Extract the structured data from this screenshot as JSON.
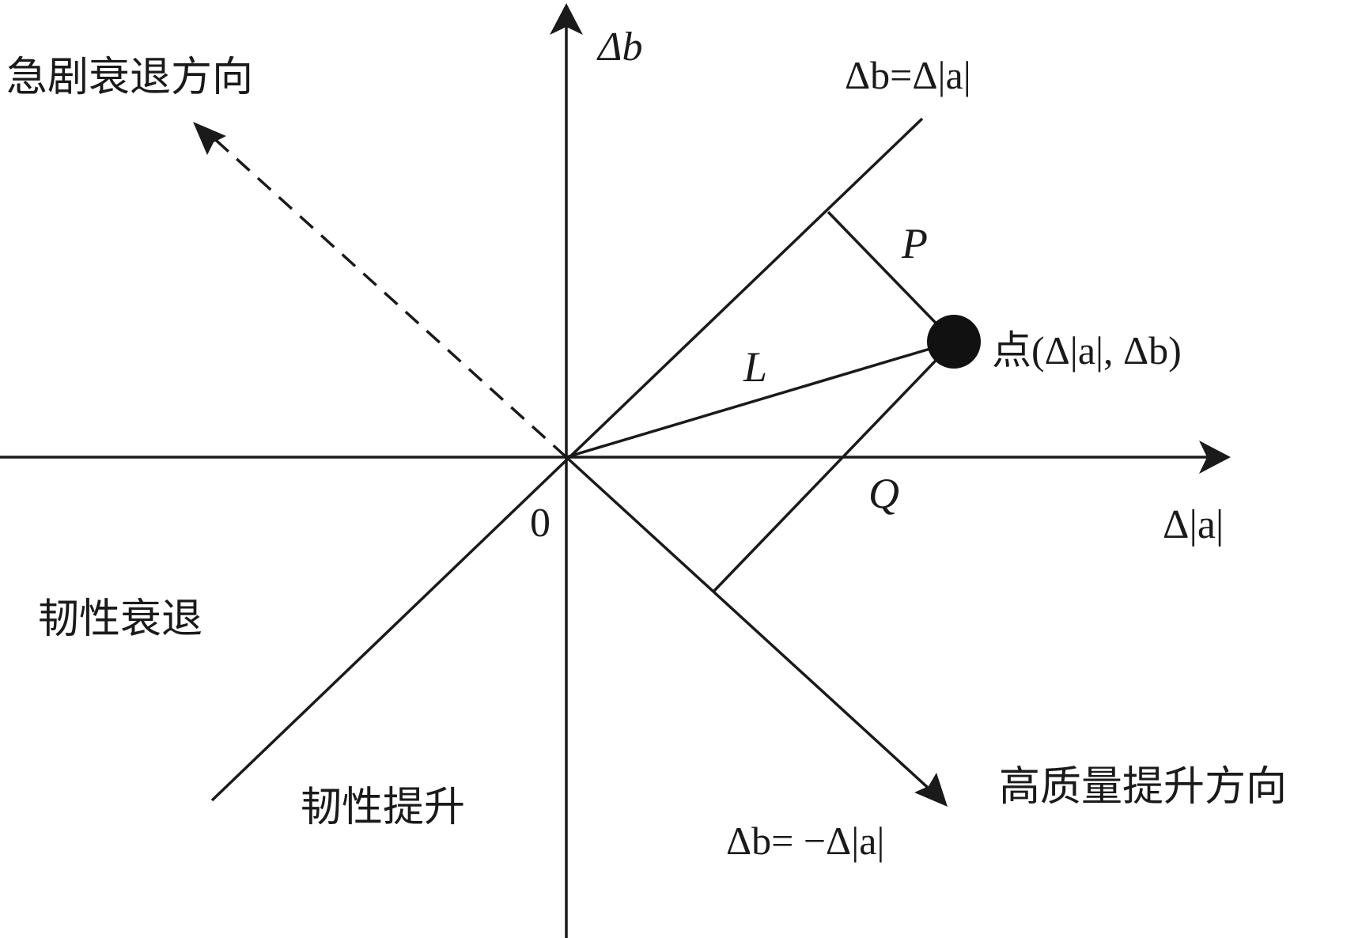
{
  "axes": {
    "y_label": "Δb",
    "x_label": "Δ|a|",
    "origin_label": "0"
  },
  "lines": {
    "upper_diagonal_label": "Δb=Δ|a|",
    "lower_diagonal_label": "Δb= −Δ|a|"
  },
  "point": {
    "label": "点(Δ|a|, Δb)"
  },
  "segments": {
    "p_label": "P",
    "q_label": "Q",
    "l_label": "L"
  },
  "directions": {
    "decline_direction": "急剧衰退方向",
    "quality_direction": "高质量提升方向"
  },
  "regions": {
    "resilient_decline": "韧性衰退",
    "resilient_improvement": "韧性提升"
  }
}
